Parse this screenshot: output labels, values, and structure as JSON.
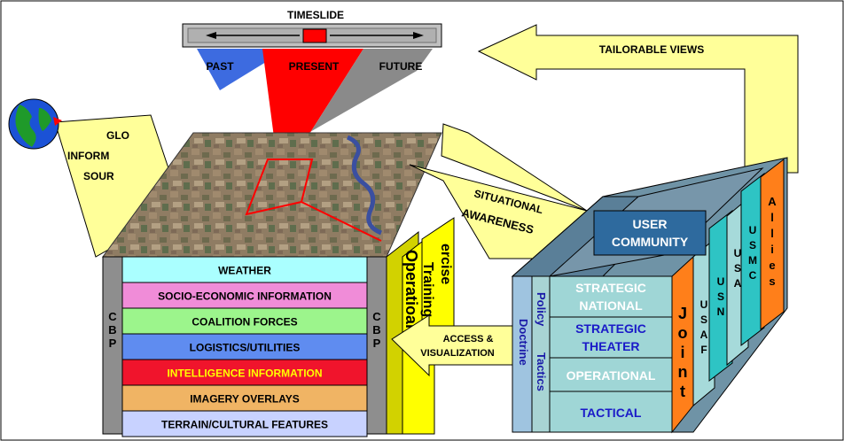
{
  "timeslide": {
    "title": "TIMESLIDE",
    "past": "PAST",
    "present": "PRESENT",
    "future": "FUTURE"
  },
  "callouts": {
    "tailorable_views": "TAILORABLE VIEWS",
    "situational_line1": "SITUATIONAL",
    "situational_line2": "AWARENESS",
    "access_line1": "ACCESS &",
    "access_line2": "VISUALIZATION",
    "global_line1": "GLO",
    "global_line2": "INFORM",
    "global_line3": "SOUR"
  },
  "cbp": {
    "left": [
      "C",
      "B",
      "P"
    ],
    "right": [
      "C",
      "B",
      "P"
    ]
  },
  "layers": [
    {
      "label": "WEATHER",
      "color": "#aaffff",
      "text_color": "#000000"
    },
    {
      "label": "SOCIO-ECONOMIC INFORMATION",
      "color": "#f08cd8",
      "text_color": "#000000"
    },
    {
      "label": "COALITION FORCES",
      "color": "#9cf58c",
      "text_color": "#000000"
    },
    {
      "label": "LOGISTICS/UTILITIES",
      "color": "#5f8cf0",
      "text_color": "#000000"
    },
    {
      "label": "INTELLIGENCE INFORMATION",
      "color": "#f0142c",
      "text_color": "#ffff00"
    },
    {
      "label": "IMAGERY OVERLAYS",
      "color": "#f0b464",
      "text_color": "#000000"
    },
    {
      "label": "TERRAIN/CULTURAL FEATURES",
      "color": "#c8d2ff",
      "text_color": "#000000"
    }
  ],
  "side_labels": {
    "exercise": "ercise",
    "training": "Training",
    "operational": "Operatioal"
  },
  "user_community": {
    "title_line1": "USER",
    "title_line2": "COMMUNITY",
    "services": [
      "Joint",
      "USAF",
      "USN",
      "USA",
      "USMC",
      "Allies"
    ],
    "levels": [
      "STRATEGIC NATIONAL",
      "STRATEGIC THEATER",
      "OPERATIONAL",
      "TACTICAL"
    ],
    "side_labels": [
      "Policy",
      "Tactics",
      "Doctrine"
    ]
  },
  "colors": {
    "callout_fill": "#ffff99",
    "present": "#ff0000",
    "past": "#3d6be0",
    "future": "#8a8a8a",
    "level_face": "#9fd6d6",
    "level_text": "#ffffff",
    "joint": "#ff7f1a",
    "usaf": "#a6dada",
    "usn": "#2ec4c4",
    "allies": "#ff7f1a",
    "user_box": "#2e6a9e",
    "side_panel": "#9fc4e0",
    "side_text": "#1a1aa8",
    "tactical_text": "#1a1ac8"
  }
}
